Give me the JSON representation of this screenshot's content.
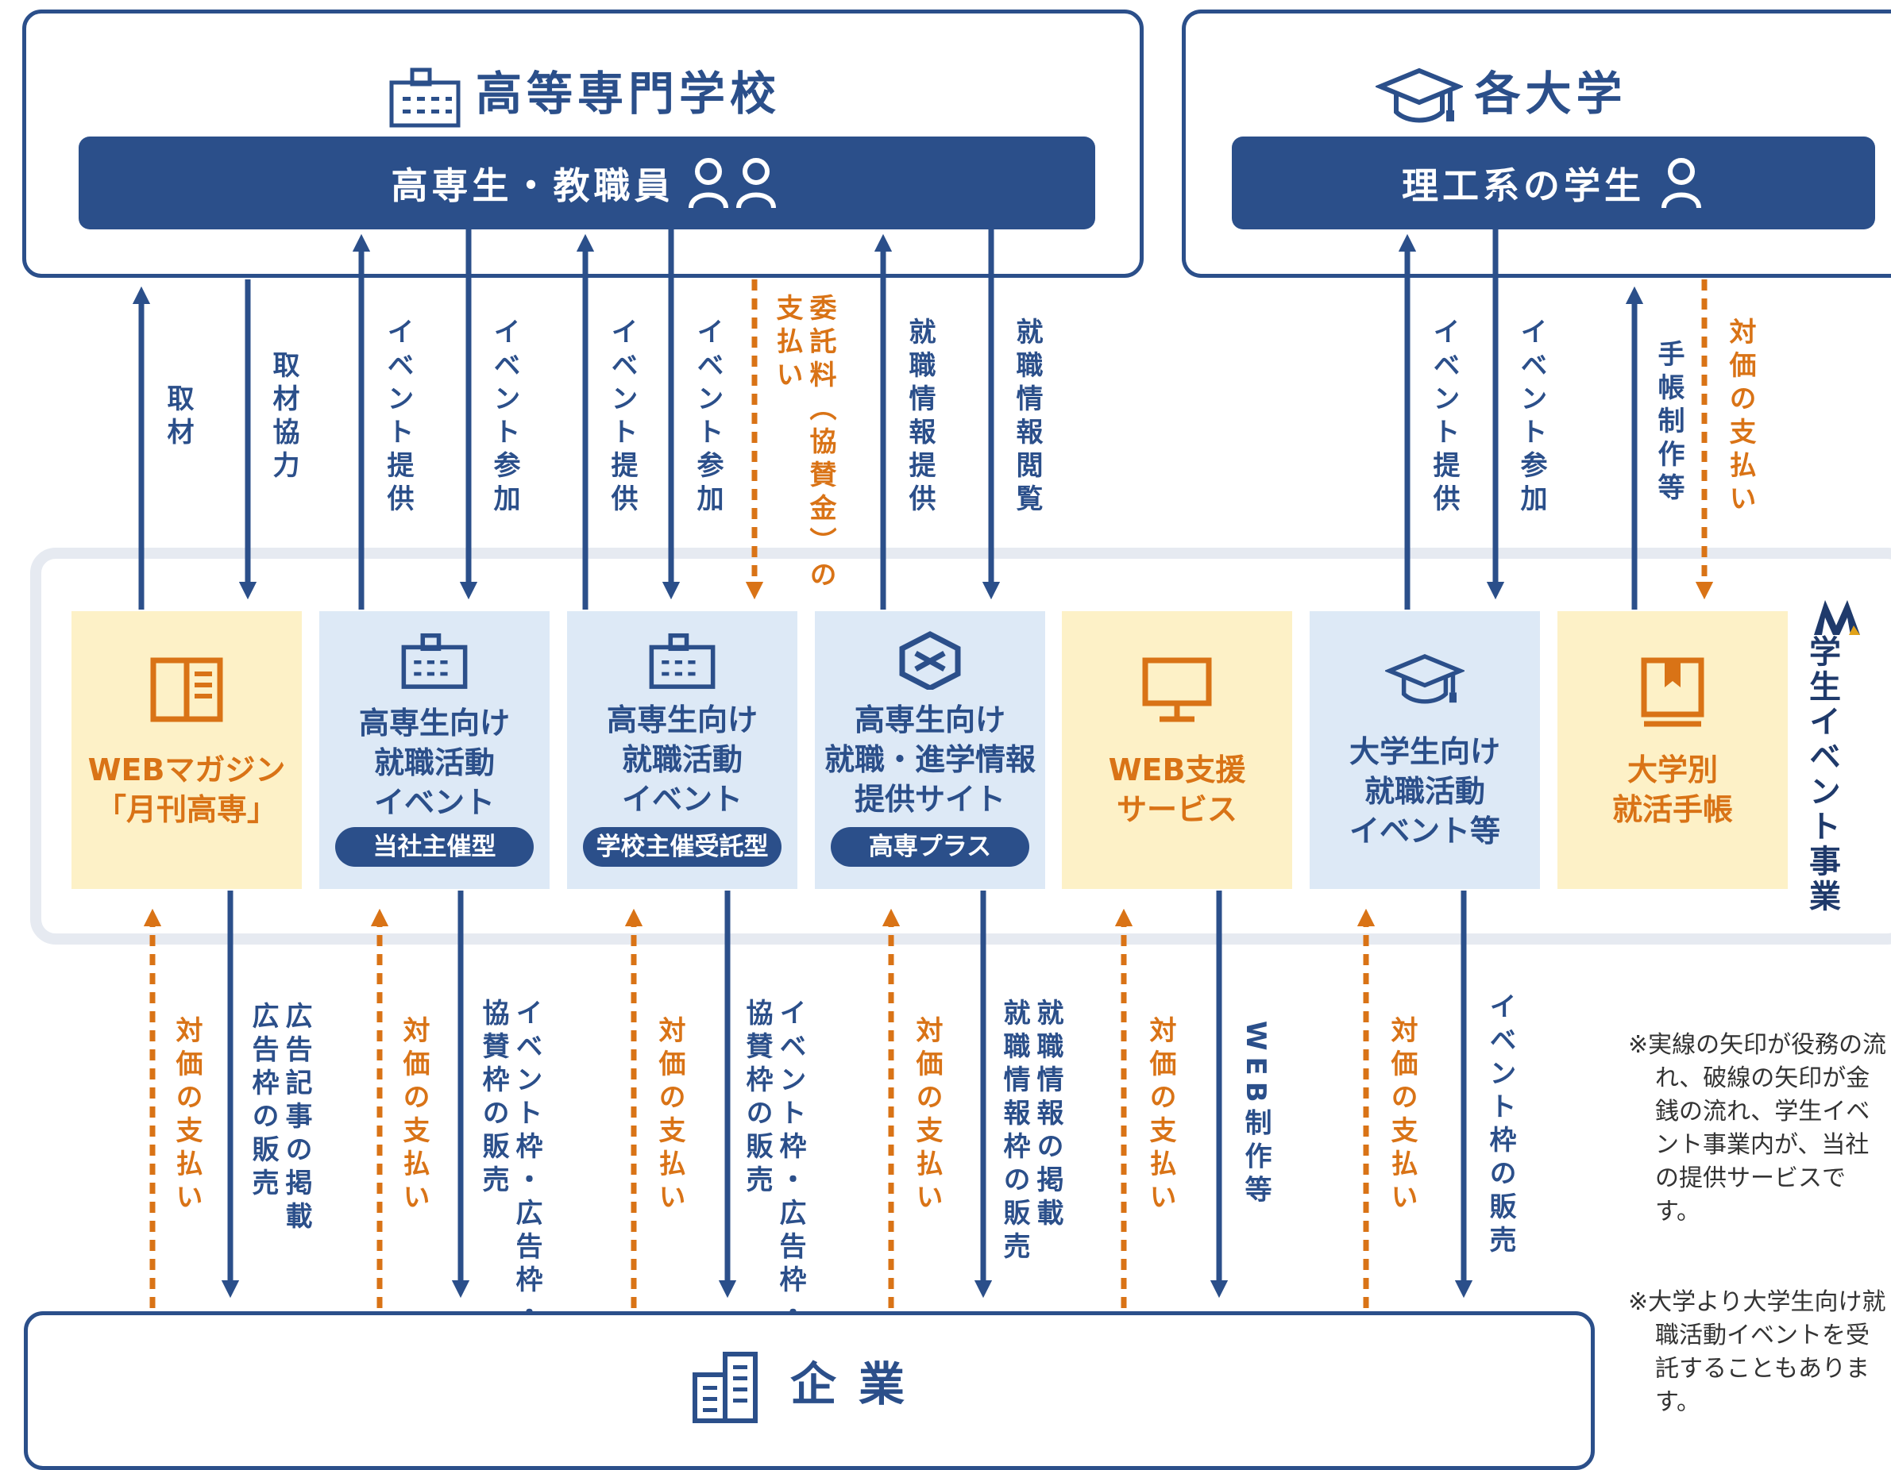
{
  "top_left": {
    "title": "高等専門学校",
    "bar": "高専生・教職員"
  },
  "top_right": {
    "title": "各大学",
    "bar": "理工系の学生"
  },
  "upper_labels": [
    {
      "text": "取材",
      "kind": "solid"
    },
    {
      "text": "取材協力",
      "kind": "solid"
    },
    {
      "text": "イベント提供",
      "kind": "solid"
    },
    {
      "text": "イベント参加",
      "kind": "solid"
    },
    {
      "text": "イベント提供",
      "kind": "solid"
    },
    {
      "text": "イベント参加",
      "kind": "solid"
    },
    {
      "text": "委託料（協賛金）の\n支払い",
      "kind": "dashed"
    },
    {
      "text": "就職情報提供",
      "kind": "solid"
    },
    {
      "text": "就職情報閲覧",
      "kind": "solid"
    },
    {
      "text": "イベント提供",
      "kind": "solid"
    },
    {
      "text": "イベント参加",
      "kind": "solid"
    },
    {
      "text": "手帳制作等",
      "kind": "solid"
    },
    {
      "text": "対価の支払い",
      "kind": "dashed"
    }
  ],
  "cards": [
    {
      "text": "WEBマガジン\n「月刊高専」",
      "pill": "",
      "color": "yellow",
      "icon": "book-open-icon"
    },
    {
      "text": "高専生向け\n就職活動\nイベント",
      "pill": "当社主催型",
      "color": "blue",
      "icon": "school-building-icon"
    },
    {
      "text": "高専生向け\n就職活動\nイベント",
      "pill": "学校主催受託型",
      "color": "blue",
      "icon": "school-building-icon"
    },
    {
      "text": "高専生向け\n就職・進学情報\n提供サイト",
      "pill": "高専プラス",
      "color": "blue",
      "icon": "cube-logo-icon"
    },
    {
      "text": "WEB支援\nサービス",
      "pill": "",
      "color": "yellow",
      "icon": "monitor-icon"
    },
    {
      "text": "大学生向け\n就職活動\nイベント等",
      "pill": "",
      "color": "blue",
      "icon": "graduation-cap-icon"
    },
    {
      "text": "大学別\n就活手帳",
      "pill": "",
      "color": "yellow",
      "icon": "notebook-icon"
    }
  ],
  "side_label": "学生イベント事業",
  "lower_labels": [
    {
      "text": "対価の支払い",
      "kind": "dashed"
    },
    {
      "text": "広告記事の掲載\n広告枠の販売",
      "kind": "solid"
    },
    {
      "text": "対価の支払い",
      "kind": "dashed"
    },
    {
      "text": "イベント枠・広告枠・\n協賛枠の販売",
      "kind": "solid"
    },
    {
      "text": "対価の支払い",
      "kind": "dashed"
    },
    {
      "text": "イベント枠・広告枠・\n協賛枠の販売",
      "kind": "solid"
    },
    {
      "text": "対価の支払い",
      "kind": "dashed"
    },
    {
      "text": "就職情報の掲載\n就職情報枠の販売",
      "kind": "solid"
    },
    {
      "text": "対価の支払い",
      "kind": "dashed"
    },
    {
      "text": "WEB制作等",
      "kind": "solid"
    },
    {
      "text": "対価の支払い",
      "kind": "dashed"
    },
    {
      "text": "イベント枠の販売",
      "kind": "solid"
    }
  ],
  "notes": [
    "※実線の矢印が役務の流れ、破線の矢印が金銭の流れ、学生イベント事業内が、当社の提供サービスです。",
    "※大学より大学生向け就職活動イベントを受託することもあります。"
  ],
  "bottom": {
    "title": "企業"
  },
  "colors": {
    "navy": "#2b4f8a",
    "orange": "#d97316",
    "yellow_bg": "#fdf1c7",
    "blue_bg": "#dde9f6"
  }
}
